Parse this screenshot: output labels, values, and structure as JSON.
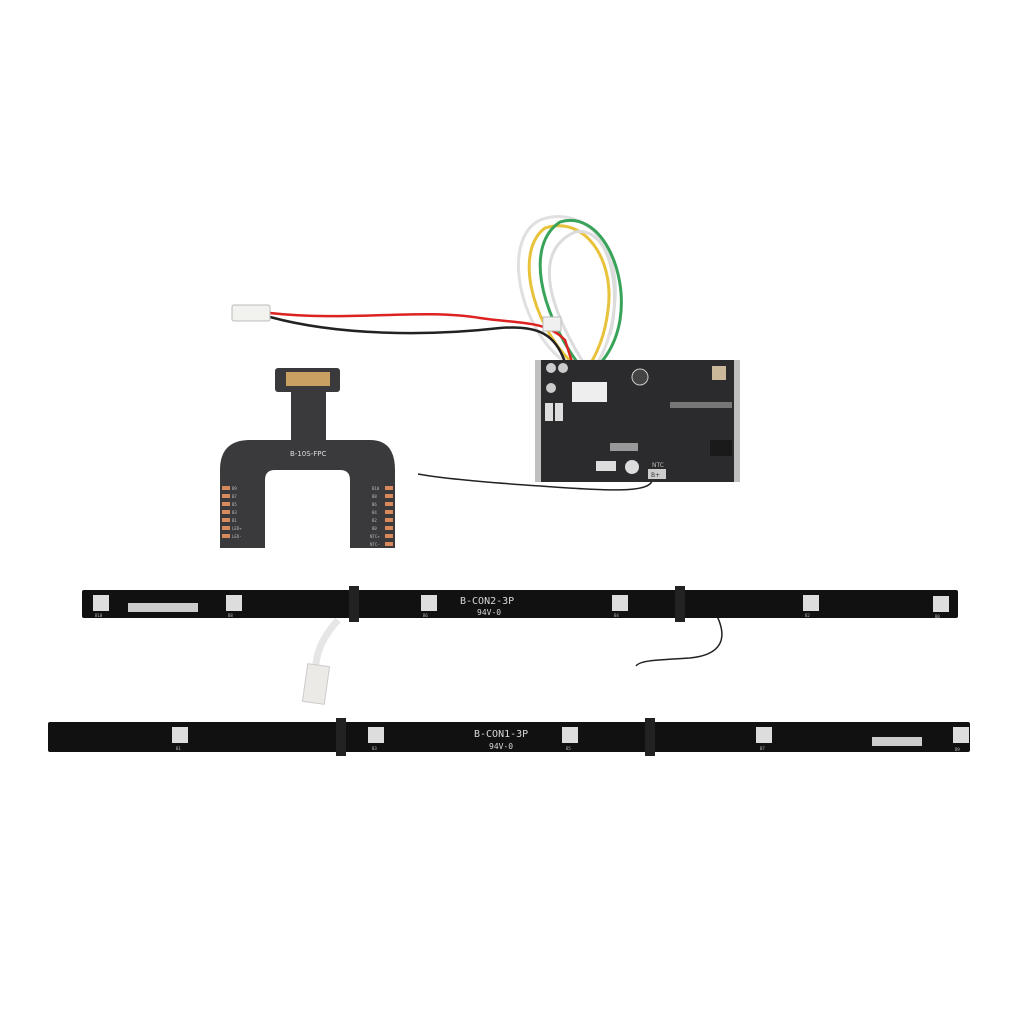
{
  "colors": {
    "background": "#ffffff",
    "pcb": "#111111",
    "board": "#2b2b2d",
    "fpc": "#3a3a3c",
    "copper": "#d98a5c",
    "connector": "#c9a062"
  },
  "bms_board": {
    "ntc_label": "NTC",
    "sense_label": "B+"
  },
  "fpc": {
    "label": "B-10S-FPC",
    "left_pads": [
      "B9",
      "B7",
      "B5",
      "B3",
      "B1",
      "LED+",
      "LED-"
    ],
    "right_pads": [
      "B10",
      "B8",
      "B6",
      "B4",
      "B2",
      "B0",
      "NTC+",
      "NTC-"
    ]
  },
  "strip_top": {
    "label": "B-CON2-3P",
    "rating": "94V-0",
    "pads": [
      "B10",
      "B8",
      "B6",
      "B4",
      "B2",
      "B0"
    ]
  },
  "strip_bottom": {
    "label": "B-CON1-3P",
    "rating": "94V-0",
    "pads": [
      "B1",
      "B3",
      "B5",
      "B7",
      "B9"
    ]
  }
}
